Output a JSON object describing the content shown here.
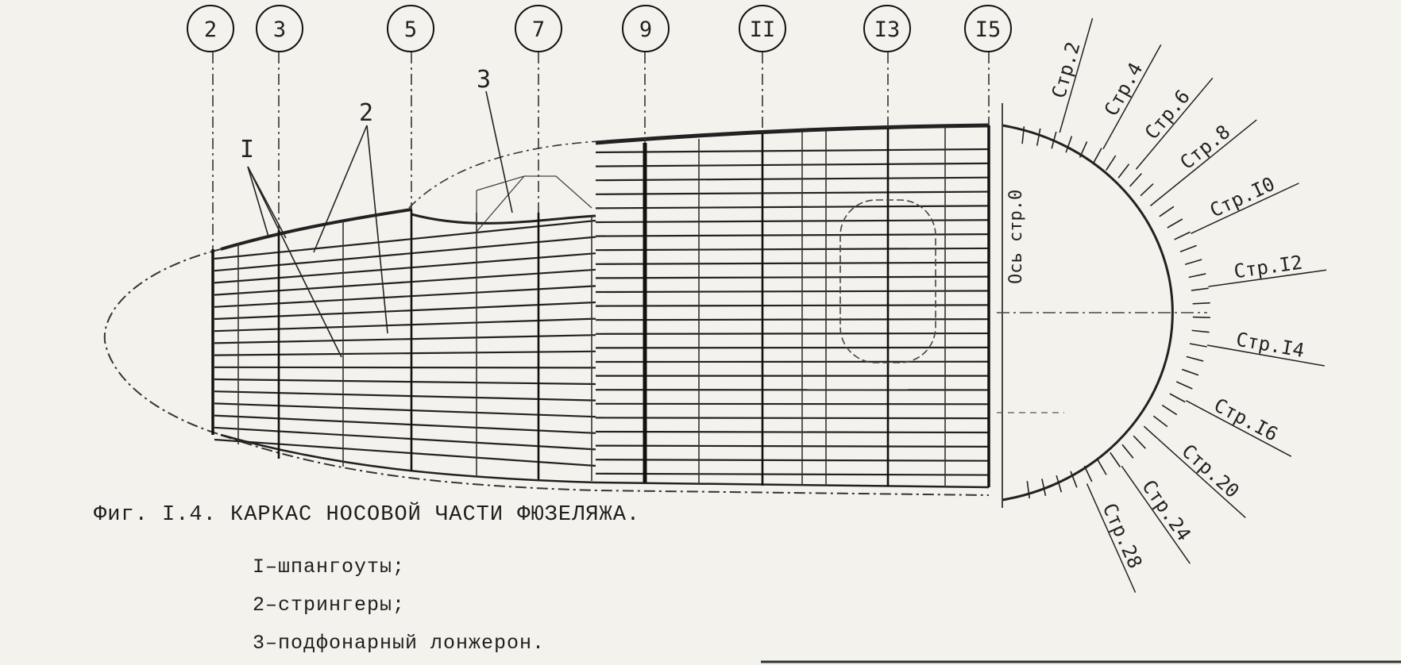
{
  "frames": [
    {
      "label": "2"
    },
    {
      "label": "3"
    },
    {
      "label": "5"
    },
    {
      "label": "7"
    },
    {
      "label": "9"
    },
    {
      "label": "II"
    },
    {
      "label": "I3"
    },
    {
      "label": "I5"
    }
  ],
  "callouts": [
    "I",
    "2",
    "3"
  ],
  "axis_label": "Ось стр.0",
  "stringer_labels": [
    "Стр.2",
    "Стр.4",
    "Стр.6",
    "Стр.8",
    "Стр.I0",
    "Стр.I2",
    "Стр.I4",
    "Стр.I6",
    "Стр.20",
    "Стр.24",
    "Стр.28"
  ],
  "caption": "Фиг. I.4. КАРКАС НОСОВОЙ ЧАСТИ ФЮЗЕЛЯЖА.",
  "legend": [
    "I–шпангоуты;",
    "2–стрингеры;",
    "3–подфонарный лонжерон."
  ],
  "colors": {
    "ink": "#222222",
    "paper": "#f4f2ec"
  }
}
